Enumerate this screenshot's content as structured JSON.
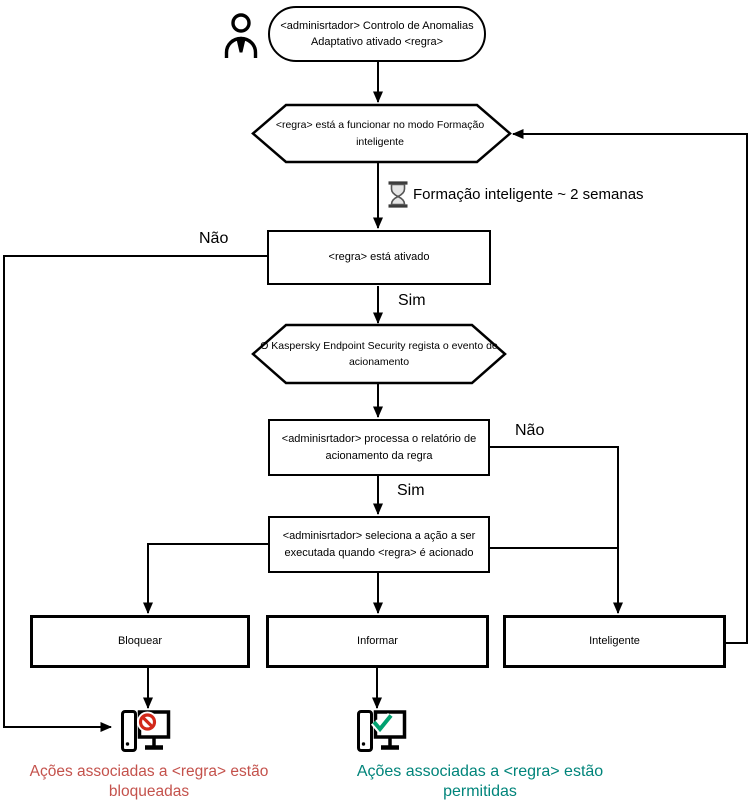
{
  "flow": {
    "start": "<adminisrtador> Controlo de Anomalias Adaptativo ativado <regra>",
    "check_smart_mode": "<regra> está a funcionar no modo Formação inteligente",
    "training_note": "Formação inteligente ~ 2 semanas",
    "rule_active": "<regra> está ativado",
    "kes_logs": "O Kaspersky Endpoint Security regista o evento de acionamento",
    "admin_processes": "<adminisrtador> processa o relatório de acionamento da regra",
    "admin_selects": "<adminisrtador> seleciona a ação a ser executada quando <regra> é acionado",
    "action_block": "Bloquear",
    "action_inform": "Informar",
    "action_smart": "Inteligente",
    "outcome_blocked": "Ações associadas a <regra> estão bloqueadas",
    "outcome_allowed": "Ações associadas a <regra> estão permitidas"
  },
  "labels": {
    "no_left": "Não",
    "yes_rule_active": "Sim",
    "no_right": "Não",
    "yes_report": "Sim"
  },
  "colors": {
    "line": "#000000",
    "blocked_text": "#C4524C",
    "allowed_text": "#00847A",
    "prohibit_icon": "#D2281A",
    "check_icon": "#00A170"
  }
}
